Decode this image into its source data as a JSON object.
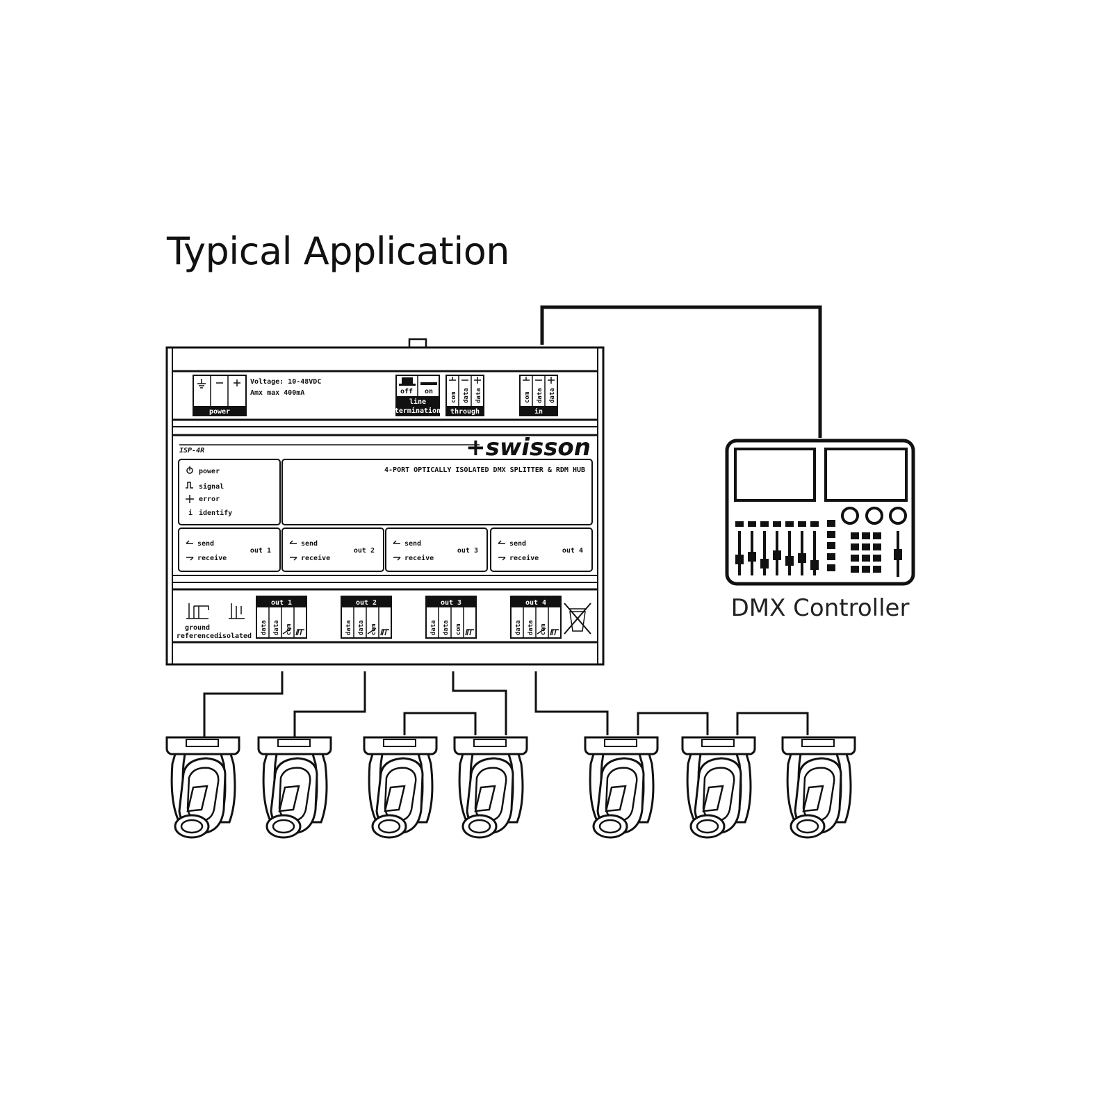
{
  "title": "Typical Application",
  "controller": {
    "label": "DMX Controller"
  },
  "device": {
    "brand": "+swisson",
    "model": "ISP-4R",
    "description": "4-PORT OPTICALLY ISOLATED DMX SPLITTER & RDM HUB",
    "power_block": {
      "label": "power",
      "voltage": "Voltage: 10-48VDC",
      "current": "Amx max 400mA"
    },
    "termination": {
      "off": "off",
      "on": "on",
      "label_line1": "line",
      "label_line2": "termination"
    },
    "through": {
      "label": "through",
      "pins": [
        "com",
        "data",
        "data"
      ]
    },
    "in": {
      "label": "in",
      "pins": [
        "com",
        "data",
        "data"
      ]
    },
    "legend": [
      "power",
      "signal",
      "error",
      "identify"
    ],
    "ports": [
      {
        "send": "send",
        "receive": "receive",
        "out": "out 1"
      },
      {
        "send": "send",
        "receive": "receive",
        "out": "out 2"
      },
      {
        "send": "send",
        "receive": "receive",
        "out": "out 3"
      },
      {
        "send": "send",
        "receive": "receive",
        "out": "out 4"
      }
    ],
    "ground_referenced_line1": "ground",
    "ground_referenced_line2": "referenced",
    "isolated": "isolated",
    "bottom_connectors": [
      {
        "label": "out 1",
        "pins": [
          "data",
          "data",
          "com"
        ]
      },
      {
        "label": "out 2",
        "pins": [
          "data",
          "data",
          "com"
        ]
      },
      {
        "label": "out 3",
        "pins": [
          "data",
          "data",
          "com"
        ]
      },
      {
        "label": "out 4",
        "pins": [
          "data",
          "data",
          "com"
        ]
      }
    ]
  },
  "fixtures": {
    "count": 7
  }
}
